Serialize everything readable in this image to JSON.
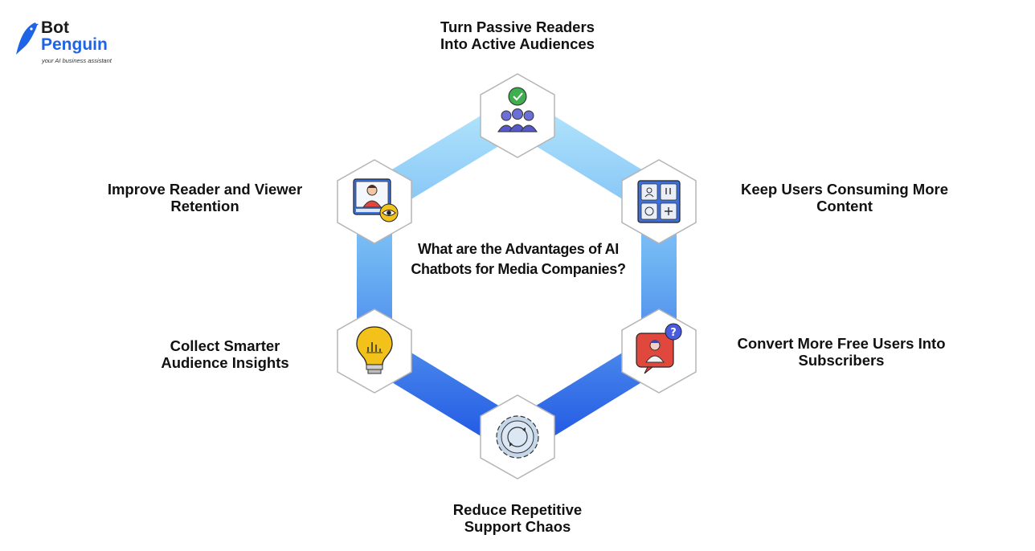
{
  "logo": {
    "line1": "Bot",
    "line2": "Penguin",
    "tagline": "your AI business assistant"
  },
  "center_title": "What are the Advantages of AI Chatbots for Media Companies?",
  "nodes": [
    {
      "lines": [
        "Turn Passive Readers",
        "Into Active Audiences"
      ],
      "icon": "group-check-icon"
    },
    {
      "lines": [
        "Keep Users Consuming More",
        "Content"
      ],
      "icon": "content-grid-icon"
    },
    {
      "lines": [
        "Convert More Free Users Into",
        "Subscribers"
      ],
      "icon": "user-question-icon"
    },
    {
      "lines": [
        "Reduce Repetitive",
        "Support Chaos"
      ],
      "icon": "gear-refresh-icon"
    },
    {
      "lines": [
        "Collect Smarter",
        "Audience Insights"
      ],
      "icon": "lightbulb-chart-icon"
    },
    {
      "lines": [
        "Improve Reader and Viewer",
        "Retention"
      ],
      "icon": "viewer-eye-icon"
    }
  ],
  "colors": {
    "ring_light": "#a9e0fb",
    "ring_dark": "#2f6fe8",
    "hex_border": "#b5b5b5",
    "brand_blue": "#1f63e6"
  }
}
